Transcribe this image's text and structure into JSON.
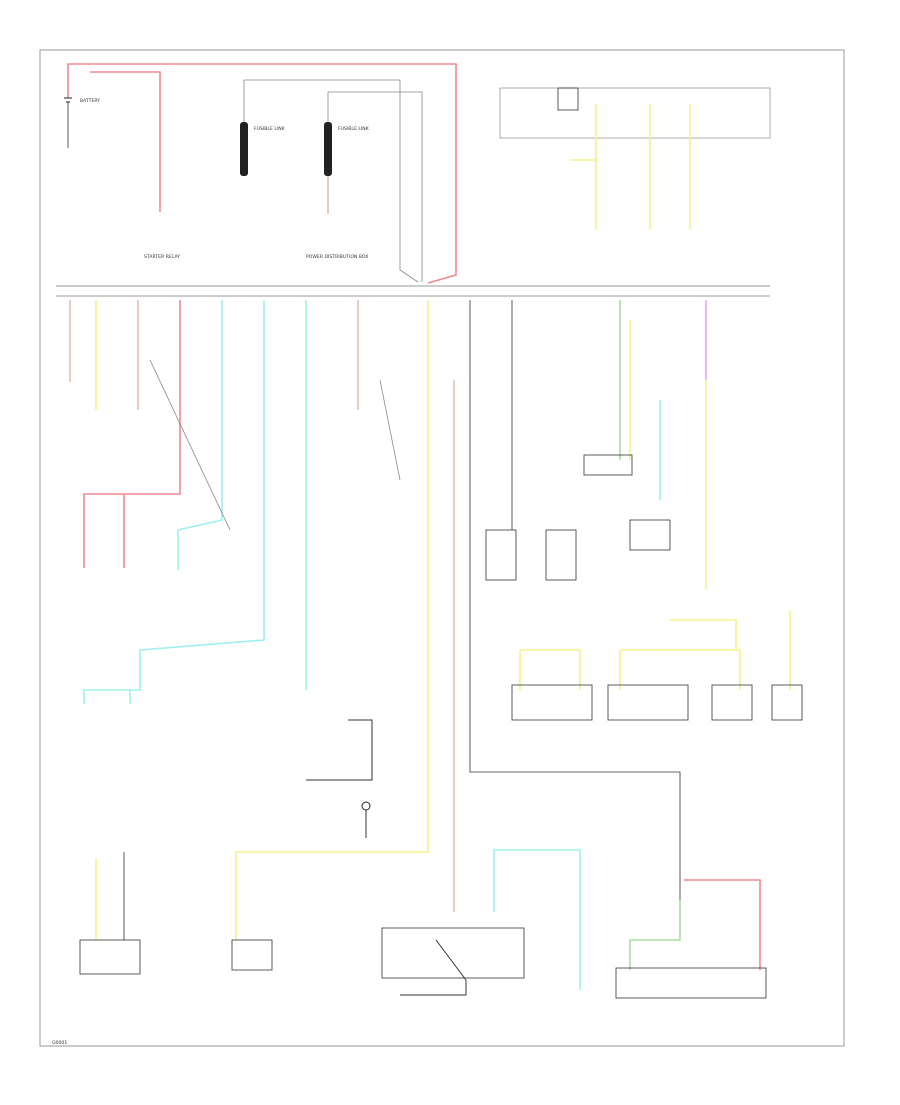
{
  "diagram": {
    "top": {
      "battery": "BATTERY",
      "starter_relay": "STARTER RELAY",
      "fusible_link_1": "FUSIBLE LINK",
      "fusible_link_2": "FUSIBLE LINK",
      "power_label": "POWER DISTRIBUTION BOX"
    },
    "bottom_ref": "G0001"
  },
  "colors": {
    "red": "#f2888f",
    "yellow": "#f3f28c",
    "cyan": "#9df0ef",
    "pink": "#f4a0f1",
    "tan": "#e3c2a8",
    "green": "#a8dca0",
    "black": "#222222",
    "gray": "#888888"
  }
}
